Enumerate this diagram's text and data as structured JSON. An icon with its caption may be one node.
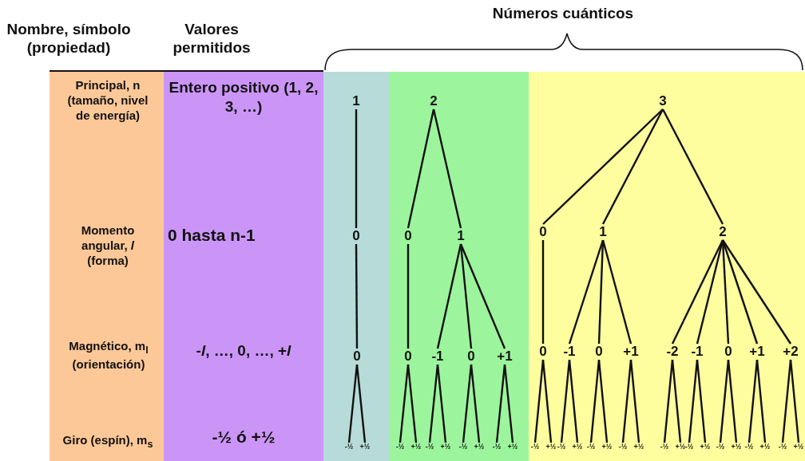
{
  "diagram": {
    "nodes": [
      {
        "text": [
          "Principal, n (tamaño, nivel de energía)",
          "Momento angular, *l* (forma)",
          "Magnético, m$_{l}$ (orientación)",
          "Giro (espín), m$_{s}$"
        ]
      },
      {
        "text": [
          "Entero positivo (1, 2, 3, …)",
          "0 hasta n-1",
          "-*l*, …, 0, …, +*l*",
          "-½ ó +½"
        ]
      },
      {
        "text": [
          "1"
        ]
      },
      {
        "text": [
          "2"
        ]
      },
      {
        "text": [
          "3"
        ]
      },
      {
        "text": [
          "0"
        ]
      },
      {
        "text": [
          "0"
        ]
      },
      {
        "text": [
          "1"
        ]
      },
      {
        "text": [
          "0"
        ]
      },
      {
        "text": [
          "1"
        ]
      },
      {
        "text": [
          "2"
        ]
      },
      {
        "text": [
          "0"
        ]
      },
      {
        "text": [
          "0"
        ]
      },
      {
        "text": [
          "-1"
        ]
      },
      {
        "text": [
          "0"
        ]
      },
      {
        "text": [
          "+1"
        ]
      },
      {
        "text": [
          "0"
        ]
      },
      {
        "text": [
          "-1"
        ]
      },
      {
        "text": [
          "0"
        ]
      },
      {
        "text": [
          "+1"
        ]
      },
      {
        "text": [
          "-2"
        ]
      },
      {
        "text": [
          "-1"
        ]
      },
      {
        "text": [
          "0"
        ]
      },
      {
        "text": [
          "+1"
        ]
      },
      {
        "text": [
          "+2"
        ]
      },
      {
        "text": [
          "-½"
        ]
      },
      {
        "text": [
          "+½"
        ]
      },
      {
        "text": [
          "-½"
        ]
      },
      {
        "text": [
          "+½"
        ]
      },
      {
        "text": [
          "-½"
        ]
      },
      {
        "text": [
          "+½"
        ]
      },
      {
        "text": [
          "-½"
        ]
      },
      {
        "text": [
          "+½"
        ]
      },
      {
        "text": [
          "-½"
        ]
      },
      {
        "text": [
          "+½"
        ]
      },
      {
        "text": [
          "-½"
        ]
      },
      {
        "text": [
          "+½"
        ]
      },
      {
        "text": [
          "-½"
        ]
      },
      {
        "text": [
          "+½"
        ]
      },
      {
        "text": [
          "-½"
        ]
      },
      {
        "text": [
          "+½"
        ]
      },
      {
        "text": [
          "-½"
        ]
      },
      {
        "text": [
          "+½"
        ]
      },
      {
        "text": [
          "-½"
        ]
      },
      {
        "text": [
          "+½"
        ]
      },
      {
        "text": [
          "-½"
        ]
      },
      {
        "text": [
          "+½"
        ]
      },
      {
        "text": [
          "-½"
        ]
      },
      {
        "text": [
          "+½"
        ]
      },
      {
        "text": [
          "-½"
        ]
      },
      {
        "text": [
          "+½"
        ]
      },
      {
        "text": [
          "-½"
        ]
      },
      {
        "text": [
          "+½"
        ]
      }
    ],
    "edges": [
      {
        "from": 2,
        "to": 5,
        "arrow": "none"
      },
      {
        "from": 3,
        "to": 6,
        "arrow": "none"
      },
      {
        "from": 3,
        "to": 7,
        "arrow": "none"
      },
      {
        "from": 4,
        "to": 8,
        "arrow": "none"
      },
      {
        "from": 4,
        "to": 9,
        "arrow": "none"
      },
      {
        "from": 4,
        "to": 10,
        "arrow": "none"
      },
      {
        "from": 5,
        "to": 11,
        "arrow": "none"
      },
      {
        "from": 6,
        "to": 12,
        "arrow": "none"
      },
      {
        "from": 7,
        "to": 13,
        "arrow": "none"
      },
      {
        "from": 7,
        "to": 14,
        "arrow": "none"
      },
      {
        "from": 7,
        "to": 15,
        "arrow": "none"
      },
      {
        "from": 8,
        "to": 16,
        "arrow": "none"
      },
      {
        "from": 9,
        "to": 17,
        "arrow": "none"
      },
      {
        "from": 9,
        "to": 18,
        "arrow": "none"
      },
      {
        "from": 9,
        "to": 19,
        "arrow": "none"
      },
      {
        "from": 10,
        "to": 20,
        "arrow": "none"
      },
      {
        "from": 10,
        "to": 21,
        "arrow": "none"
      },
      {
        "from": 10,
        "to": 22,
        "arrow": "none"
      },
      {
        "from": 10,
        "to": 23,
        "arrow": "none"
      },
      {
        "from": 10,
        "to": 24,
        "arrow": "none"
      },
      {
        "from": 11,
        "to": 25,
        "arrow": "none"
      },
      {
        "from": 11,
        "to": 26,
        "arrow": "none"
      },
      {
        "from": 12,
        "to": 27,
        "arrow": "none"
      },
      {
        "from": 12,
        "to": 28,
        "arrow": "none"
      },
      {
        "from": 13,
        "to": 29,
        "arrow": "none"
      },
      {
        "from": 13,
        "to": 30,
        "arrow": "none"
      },
      {
        "from": 14,
        "to": 31,
        "arrow": "none"
      },
      {
        "from": 14,
        "to": 32,
        "arrow": "none"
      },
      {
        "from": 15,
        "to": 33,
        "arrow": "none"
      },
      {
        "from": 15,
        "to": 34,
        "arrow": "none"
      },
      {
        "from": 16,
        "to": 35,
        "arrow": "none"
      },
      {
        "from": 16,
        "to": 36,
        "arrow": "none"
      },
      {
        "from": 17,
        "to": 37,
        "arrow": "none"
      },
      {
        "from": 17,
        "to": 38,
        "arrow": "none"
      },
      {
        "from": 18,
        "to": 39,
        "arrow": "none"
      },
      {
        "from": 18,
        "to": 40,
        "arrow": "none"
      },
      {
        "from": 19,
        "to": 41,
        "arrow": "none"
      },
      {
        "from": 19,
        "to": 42,
        "arrow": "none"
      },
      {
        "from": 20,
        "to": 43,
        "arrow": "none"
      },
      {
        "from": 20,
        "to": 44,
        "arrow": "none"
      },
      {
        "from": 21,
        "to": 45,
        "arrow": "none"
      },
      {
        "from": 21,
        "to": 46,
        "arrow": "none"
      },
      {
        "from": 22,
        "to": 47,
        "arrow": "none"
      },
      {
        "from": 22,
        "to": 48,
        "arrow": "none"
      },
      {
        "from": 23,
        "to": 49,
        "arrow": "none"
      },
      {
        "from": 23,
        "to": 50,
        "arrow": "none"
      },
      {
        "from": 24,
        "to": 51,
        "arrow": "none"
      },
      {
        "from": 24,
        "to": 52,
        "arrow": "none"
      }
    ],
    "labels": [
      "Nombre, símbolo (propiedad)",
      "Valores permitidos",
      "Números cuánticos"
    ]
  }
}
